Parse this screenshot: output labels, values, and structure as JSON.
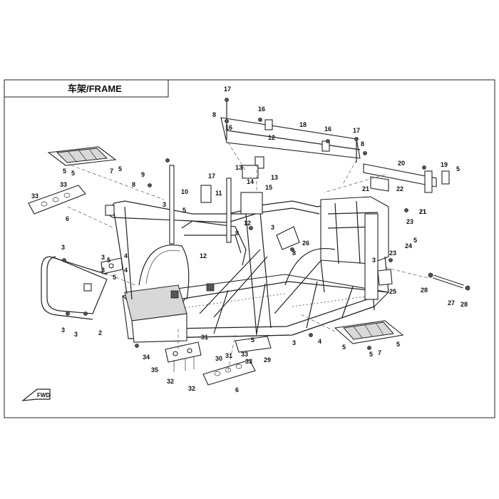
{
  "title": "车架/FRAME",
  "fwd_label": "FWD",
  "callouts": [
    "17",
    "16",
    "8",
    "18",
    "16",
    "16",
    "17",
    "8",
    "20",
    "19",
    "5",
    "5",
    "7",
    "5",
    "5",
    "9",
    "10",
    "5",
    "8",
    "3",
    "17",
    "11",
    "13",
    "13",
    "14",
    "15",
    "12",
    "8",
    "4",
    "3",
    "22",
    "21",
    "21",
    "23",
    "5",
    "24",
    "23",
    "3",
    "25",
    "33",
    "6",
    "33",
    "3",
    "3",
    "4",
    "5",
    "5",
    "2",
    "3",
    "3",
    "3",
    "12",
    "26",
    "8",
    "12",
    "28",
    "27",
    "28",
    "34",
    "35",
    "32",
    "32",
    "31",
    "30",
    "31",
    "33",
    "33",
    "29",
    "6",
    "5",
    "3",
    "4",
    "5",
    "5",
    "7",
    "5",
    "21"
  ]
}
